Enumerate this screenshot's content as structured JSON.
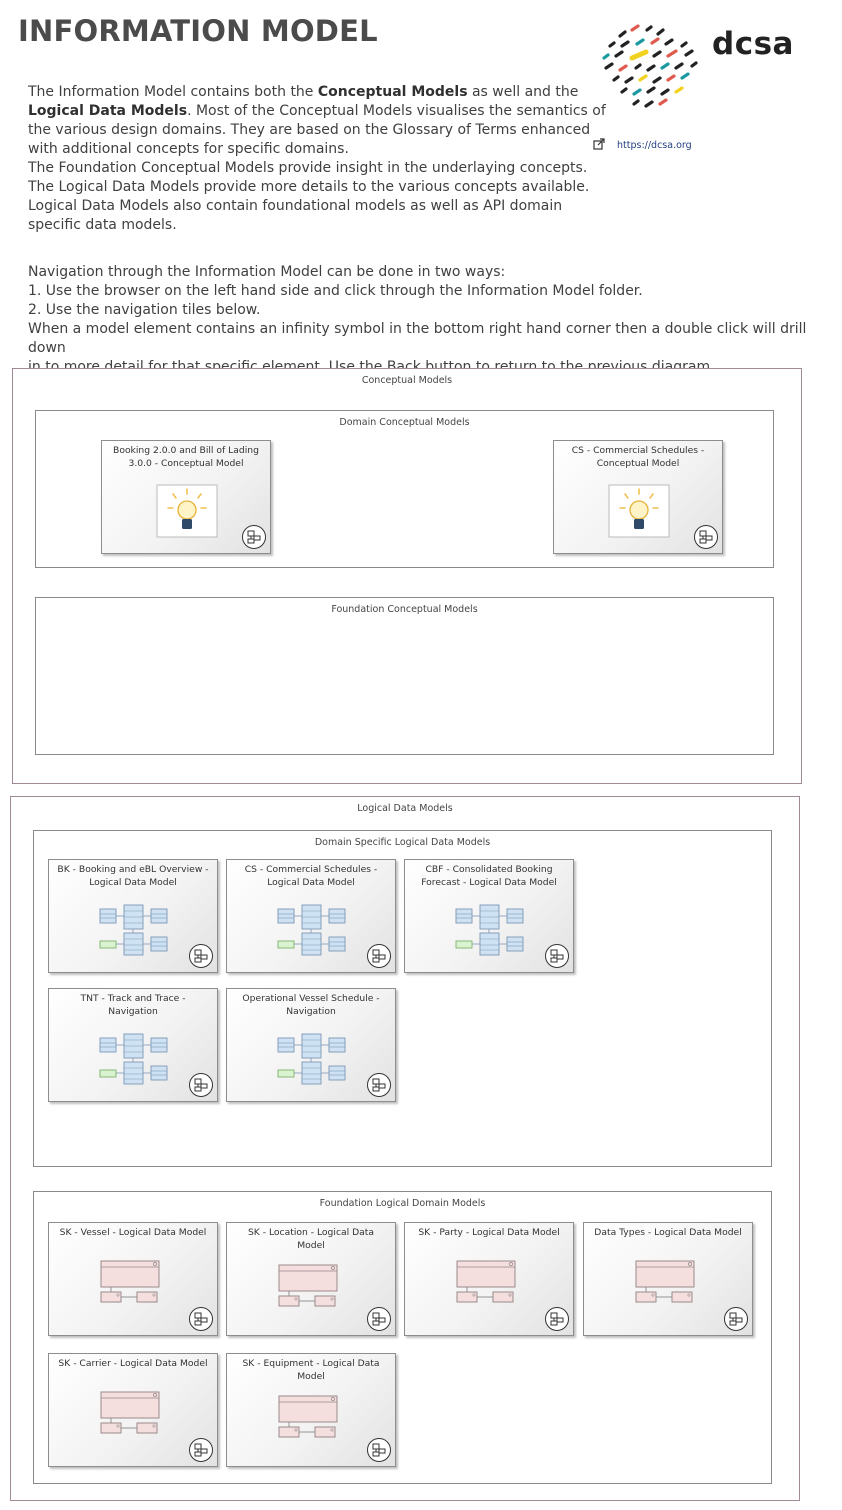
{
  "page": {
    "title": "INFORMATION MODEL",
    "intro": {
      "p1_a": "The Information Model contains both the ",
      "p1_b": "Conceptual Models",
      "p1_c": " as well and the",
      "p2_a": "Logical Data Models",
      "p2_b": ". Most of the Conceptual Models visualises the semantics of",
      "p3": "the various design domains. They are based on the Glossary of Terms enhanced",
      "p4": "with additional concepts for specific domains.",
      "p5": "The Foundation Conceptual Models provide insight in the underlaying concepts.",
      "p6": "The Logical Data Models provide more details to the various concepts available.",
      "p7": "Logical Data Models also contain foundational models as well as API domain",
      "p8": "specific data models."
    },
    "navigation": {
      "line1": "Navigation through the Information Model can be done in two ways:",
      "line2": "1.   Use the browser on the left hand side and click through the Information Model folder.",
      "line3": "2.   Use the navigation tiles below.",
      "line4": "When a model element contains an infinity symbol in the bottom right hand corner then a double click will drill down",
      "line5": "in to more detail for that specific element. Use the Back button to return to the previous diagram."
    },
    "logo": {
      "text": "dcsa",
      "link": "https://dcsa.org"
    }
  },
  "colors": {
    "frame_outer": "#a08a98",
    "frame_inner": "#8a8a8a",
    "conceptual_icon_bg": "#ffffff",
    "logical_table_blue": "#cfe2f3",
    "logical_table_green": "#d9f2d0",
    "foundation_class_pink": "#f4dede"
  },
  "conceptual": {
    "label": "Conceptual Models",
    "domain": {
      "label": "Domain Conceptual Models",
      "tiles": [
        {
          "line1": "Booking 2.0.0 and Bill of Lading",
          "line2": "3.0.0 - Conceptual Model",
          "icon": "lightbulb-icon"
        },
        {
          "line1": "CS - Commercial Schedules -",
          "line2": "Conceptual Model",
          "icon": "lightbulb-icon"
        }
      ]
    },
    "foundation": {
      "label": "Foundation Conceptual Models"
    }
  },
  "logical": {
    "label": "Logical Data Models",
    "domain": {
      "label": "Domain Specific Logical Data Models",
      "tiles": [
        {
          "line1": "BK - Booking and eBL Overview -",
          "line2": "Logical Data Model"
        },
        {
          "line1": "CS - Commercial Schedules -",
          "line2": "Logical Data Model"
        },
        {
          "line1": "CBF - Consolidated Booking",
          "line2": "Forecast - Logical Data Model"
        },
        {
          "line1": "TNT - Track and Trace -",
          "line2": "Navigation"
        },
        {
          "line1": "Operational Vessel Schedule -",
          "line2": "Navigation"
        }
      ]
    },
    "foundation": {
      "label": "Foundation Logical Domain Models",
      "tiles": [
        {
          "line1": "SK - Vessel - Logical Data Model",
          "line2": ""
        },
        {
          "line1": "SK - Location - Logical Data",
          "line2": "Model"
        },
        {
          "line1": "SK - Party - Logical Data Model",
          "line2": ""
        },
        {
          "line1": "Data Types - Logical Data Model",
          "line2": ""
        },
        {
          "line1": "SK - Carrier - Logical Data Model",
          "line2": ""
        },
        {
          "line1": "SK - Equipment - Logical Data",
          "line2": "Model"
        }
      ]
    }
  }
}
